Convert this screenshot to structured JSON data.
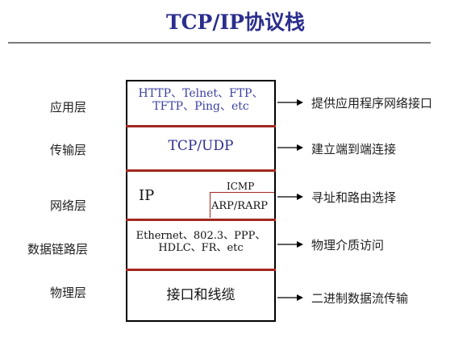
{
  "title": "TCP/IP协议栈",
  "layers": [
    {
      "name": "应用层",
      "protocols": [
        "HTTP、Telnet、FTP、",
        "TFTP、Ping、etc"
      ],
      "function": "提供应用程序网络接口"
    },
    {
      "name": "传输层",
      "protocols": [
        "TCP/UDP"
      ],
      "function": "建立端到端连接"
    },
    {
      "name": "网络层",
      "protocols": [
        "IP",
        "ICMP",
        "ARP/RARP"
      ],
      "function": "寻址和路由选择"
    },
    {
      "name": "数据链路层",
      "protocols": [
        "Ethernet、802.3、PPP、",
        "HDLC、FR、etc"
      ],
      "function": "物理介质访问"
    },
    {
      "name": "物理层",
      "protocols": [
        "接口和线缆"
      ],
      "function": "二进制数据流传输"
    }
  ],
  "colors": {
    "title": "#2b2e8c",
    "divider": "#a3281e",
    "application_text": "#3b3fa3",
    "border": "#000000"
  },
  "icons": {
    "arrow": "right-arrow-icon"
  }
}
